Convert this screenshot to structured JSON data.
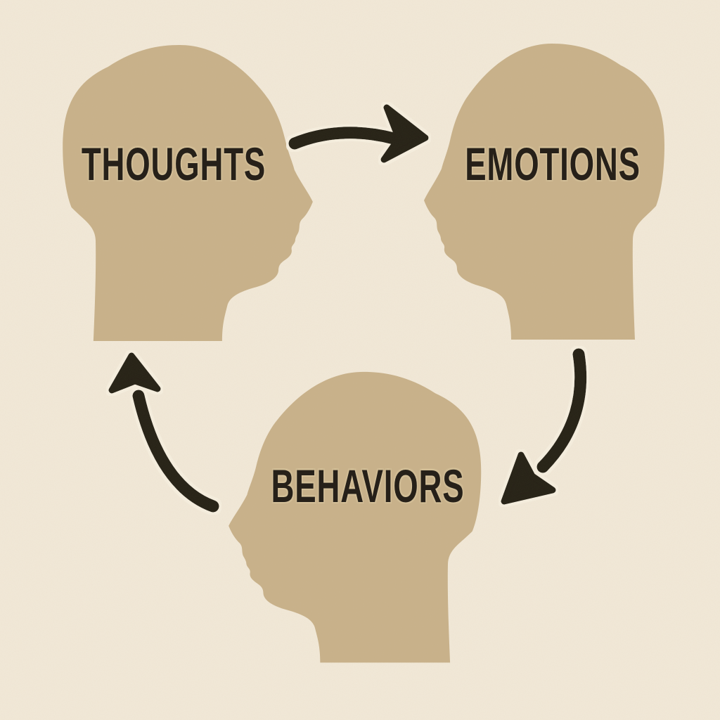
{
  "diagram": {
    "type": "cycle-diagram",
    "background_color": "#f2e9d8",
    "head_color": "#c9b28b",
    "ink_color": "#262019",
    "nodes": [
      {
        "id": "thoughts",
        "label": "THOUGHTS",
        "head_facing": "right",
        "position": "top-left"
      },
      {
        "id": "emotions",
        "label": "EMOTIONS",
        "head_facing": "left",
        "position": "top-right"
      },
      {
        "id": "behaviors",
        "label": "BEHAVIORS",
        "head_facing": "left",
        "position": "bottom-center"
      }
    ],
    "edges": [
      {
        "from": "thoughts",
        "to": "emotions",
        "shape": "curved-arrow",
        "direction": "right"
      },
      {
        "from": "emotions",
        "to": "behaviors",
        "shape": "curved-arrow",
        "direction": "down-left"
      },
      {
        "from": "behaviors",
        "to": "thoughts",
        "shape": "curved-arrow",
        "direction": "up"
      }
    ]
  }
}
